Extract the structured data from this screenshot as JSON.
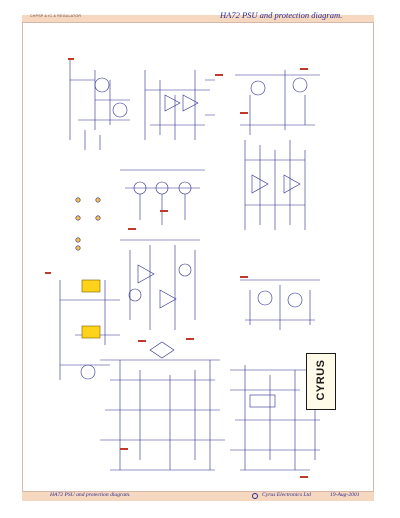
{
  "header": {
    "sheet_ref": "CHPSP & IC & REGULATOR",
    "title": "HA72 PSU and protection diagram."
  },
  "footer": {
    "left": "HA72 PSU and protection diagram.",
    "company": "Cyrus Electronics Ltd",
    "date": "19-Aug-2001"
  },
  "logo": {
    "text": "CYRUS"
  },
  "colors": {
    "wire": "#2b2b8f",
    "label": "#c0392b",
    "optocoupler": "#ffd31a",
    "banner": "#f6d7c0"
  }
}
